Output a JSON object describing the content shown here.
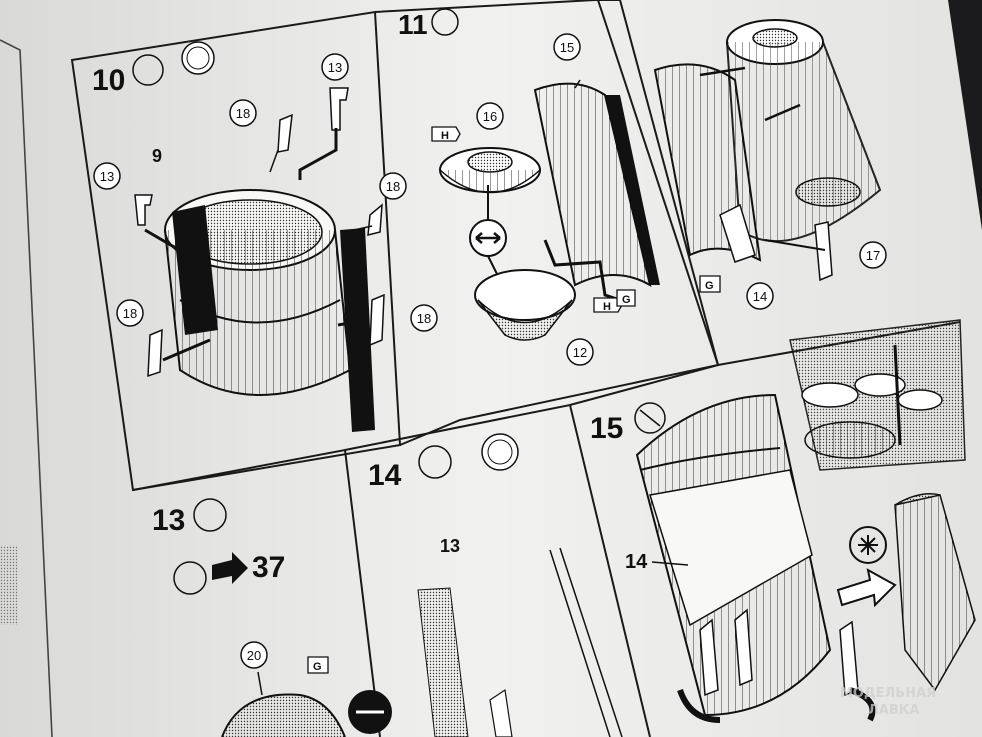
{
  "steps": {
    "s10": "10",
    "s11": "11",
    "s13": "13",
    "s14": "14",
    "s15": "15"
  },
  "callouts": {
    "p9": "9",
    "p12": "12",
    "p13a": "13",
    "p13b": "13",
    "p14a": "14",
    "p14b": "14",
    "p15": "15",
    "p16": "16",
    "p17": "17",
    "p18a": "18",
    "p18b": "18",
    "p18c": "18",
    "p18d": "18",
    "p20": "20",
    "p13c": "13"
  },
  "flags": {
    "H1": "H",
    "H2": "H",
    "G1": "G",
    "G2": "G",
    "G3": "G"
  },
  "paint_ref": "37",
  "watermark": {
    "line1": "МОДЕЛЬНАЯ",
    "line2": "ЛАВКА"
  }
}
